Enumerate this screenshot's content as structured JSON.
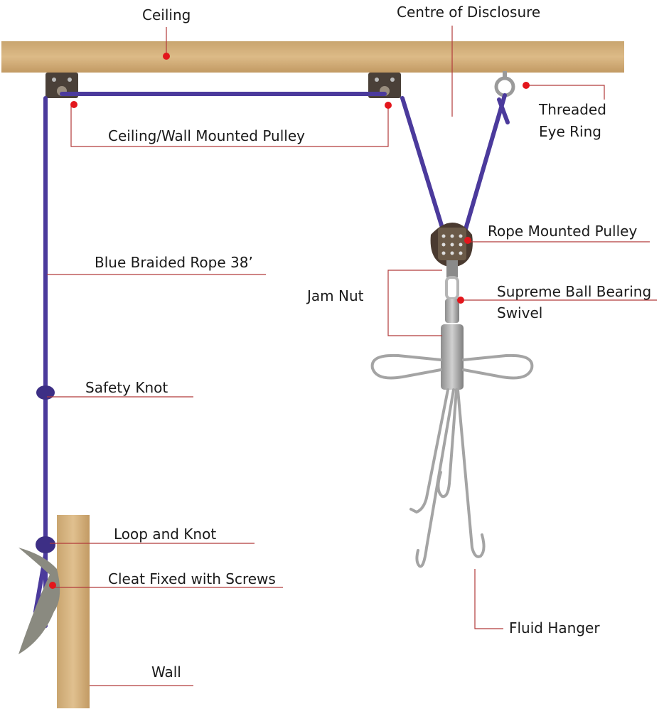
{
  "labels": {
    "ceiling": "Ceiling",
    "centre": "Centre of Disclosure",
    "wall_pulley": "Ceiling/Wall Mounted Pulley",
    "eye_ring_line1": "Threaded",
    "eye_ring_line2": "Eye Ring",
    "rope_pulley": "Rope Mounted Pulley",
    "rope": "Blue Braided Rope 38’",
    "jam_nut": "Jam Nut",
    "swivel_line1": "Supreme Ball Bearing",
    "swivel_line2": "Swivel",
    "safety_knot": "Safety Knot",
    "loop_knot": "Loop and Knot",
    "cleat": "Cleat Fixed with Screws",
    "fluid_hanger": "Fluid Hanger",
    "wall": "Wall"
  },
  "colors": {
    "wood": "#d6b27f",
    "rope": "#4b3a9c",
    "marker": "#e3161c",
    "leader": "#b23a3a",
    "metal": "#a9a9a9"
  }
}
